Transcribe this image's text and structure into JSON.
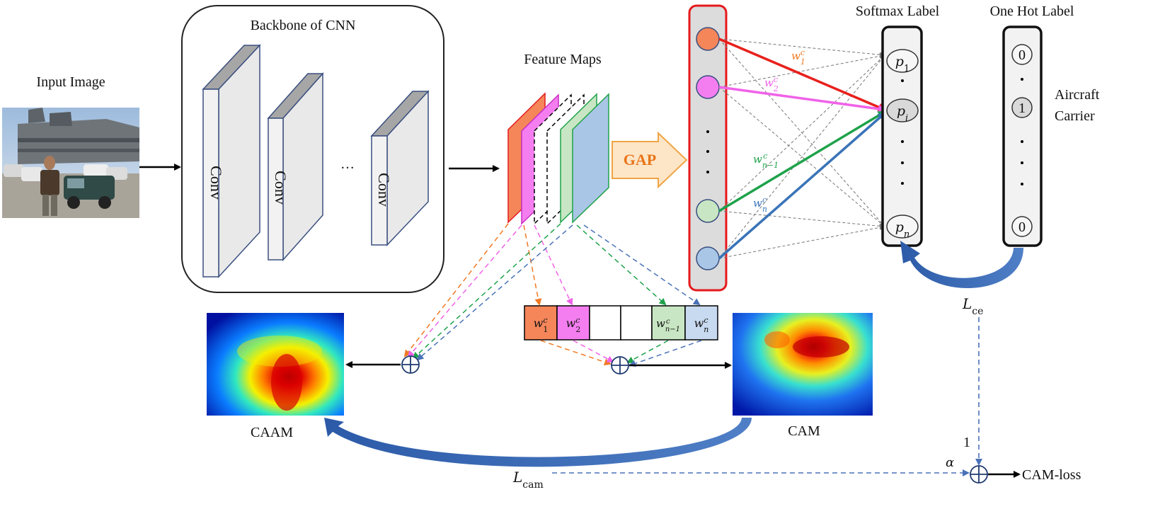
{
  "input": {
    "label": "Input Image"
  },
  "backbone": {
    "title": "Backbone of CNN",
    "conv_label": "Conv",
    "ellipsis": "…"
  },
  "feature_maps": {
    "label": "Feature Maps"
  },
  "gap": {
    "label": "GAP"
  },
  "softmax": {
    "title": "Softmax Label",
    "items": [
      "p1",
      "pi",
      "pn"
    ]
  },
  "onehot": {
    "title": "One Hot Label",
    "items": [
      "0",
      "1",
      "0"
    ],
    "class_line1": "Aircraft",
    "class_line2": "Carrier"
  },
  "weights": {
    "cells": [
      "w1c",
      "w2c",
      "",
      "",
      "wn-1c",
      "wnc"
    ],
    "line_labels": [
      "w1c",
      "w2c",
      "wn-1c",
      "wnc"
    ]
  },
  "maps": {
    "caam": "CAAM",
    "cam": "CAM"
  },
  "loss": {
    "lce": "L",
    "lce_sub": "ce",
    "lcam": "L",
    "lcam_sub": "cam",
    "one": "1",
    "alpha": "α",
    "cam_loss": "CAM-loss"
  },
  "colors": {
    "orange": "#f4865a",
    "pink": "#f47ef0",
    "green": "#c8e6c3",
    "blue": "#a9c6e6",
    "red_line": "#e8201c",
    "magenta_line": "#f062e8",
    "green_line": "#1ea24a",
    "blue_line": "#3a74b8",
    "dash_blue": "#4a72b8",
    "layer_red": "#e5191c",
    "arrow_blue": "#3b67b0"
  }
}
